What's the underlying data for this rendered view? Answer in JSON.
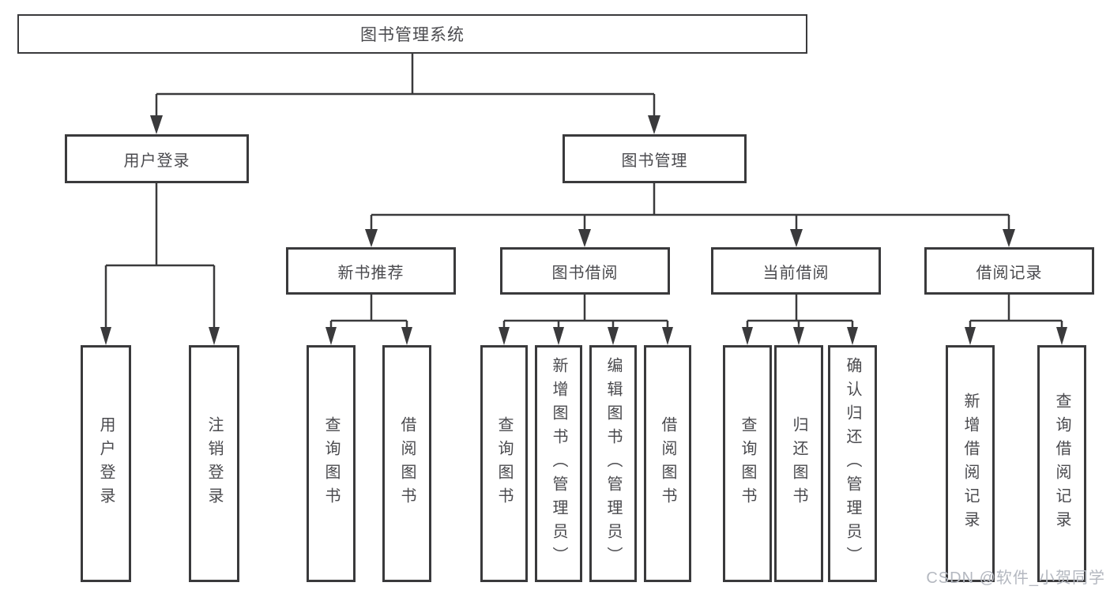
{
  "tree": {
    "root": "图书管理系统",
    "branches": [
      {
        "label": "用户登录",
        "children": [
          "用户登录",
          "注销登录"
        ]
      },
      {
        "label": "图书管理",
        "groups": [
          {
            "label": "新书推荐",
            "children": [
              "查询图书",
              "借阅图书"
            ]
          },
          {
            "label": "图书借阅",
            "children": [
              "查询图书",
              "新增图书（管理员）",
              "编辑图书（管理员）",
              "借阅图书"
            ]
          },
          {
            "label": "当前借阅",
            "children": [
              "查询图书",
              "归还图书",
              "确认归还（管理员）"
            ]
          },
          {
            "label": "借阅记录",
            "children": [
              "新增借阅记录",
              "查询借阅记录"
            ]
          }
        ]
      }
    ]
  },
  "watermark": {
    "text": "CSDN @软件_小贺同学"
  },
  "colors": {
    "line": "#3a3a3c",
    "text": "#4a4a4e",
    "watermark": "#b4b8c0",
    "bg": "#ffffff"
  }
}
